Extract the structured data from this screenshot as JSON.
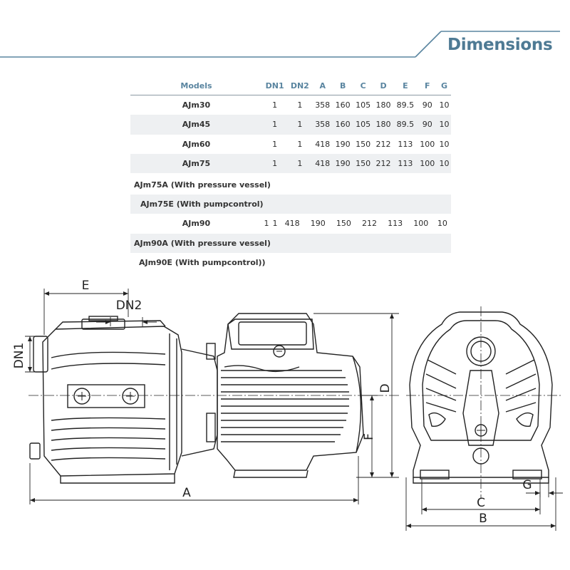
{
  "header": {
    "title": "Dimensions"
  },
  "table": {
    "columns": [
      "Models",
      "DN1",
      "DN2",
      "A",
      "B",
      "C",
      "D",
      "E",
      "F",
      "G"
    ],
    "rows": [
      {
        "model": "AJm30",
        "values": [
          "1",
          "1",
          "358",
          "160",
          "105",
          "180",
          "89.5",
          "90",
          "10"
        ]
      },
      {
        "model": "AJm45",
        "values": [
          "1",
          "1",
          "358",
          "160",
          "105",
          "180",
          "89.5",
          "90",
          "10"
        ]
      },
      {
        "model": "AJm60",
        "values": [
          "1",
          "1",
          "418",
          "190",
          "150",
          "212",
          "113",
          "100",
          "10"
        ]
      },
      {
        "model": "AJm75",
        "values": [
          "1",
          "1",
          "418",
          "190",
          "150",
          "212",
          "113",
          "100",
          "10"
        ]
      }
    ],
    "row_ajm75a": "AJm75A (With pressure vessel)",
    "row_ajm75e": "AJm75E (With pumpcontrol)",
    "row_ajm90": {
      "model": "AJm90",
      "values": [
        "1",
        "1",
        "418",
        "190",
        "150",
        "212",
        "113",
        "100",
        "10"
      ]
    },
    "row_ajm90a": "AJm90A (With pressure vessel)",
    "row_ajm90e": "AJm90E (With pumpcontrol))"
  },
  "drawing": {
    "labels": {
      "A": "A",
      "B": "B",
      "C": "C",
      "D": "D",
      "E": "E",
      "F": "F",
      "G": "G",
      "DN1": "DN1",
      "DN2": "DN2"
    }
  }
}
